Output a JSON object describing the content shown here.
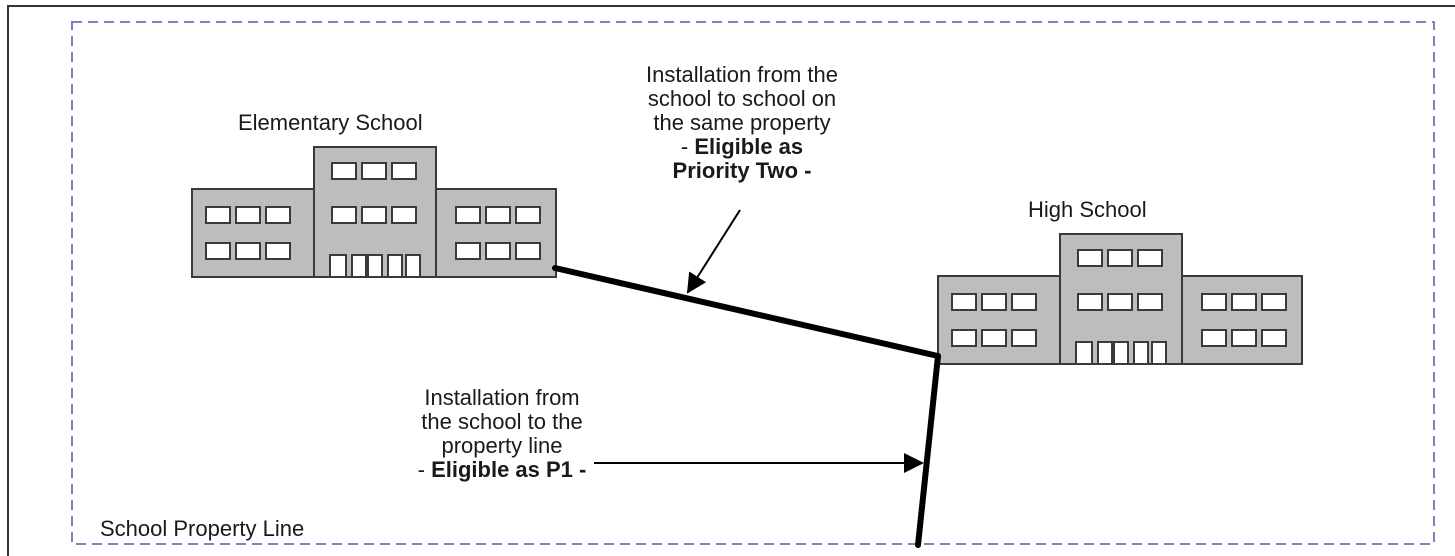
{
  "diagram": {
    "property_line_label": "School Property Line",
    "elementary_school": {
      "label": "Elementary School"
    },
    "high_school": {
      "label": "High School"
    },
    "callout_p2": {
      "lines": [
        "Installation from the",
        "school to  school on",
        "the same property"
      ],
      "emphasis_prefix": "- ",
      "emphasis_line1": "Eligible as",
      "emphasis_line2": "Priority Two -"
    },
    "callout_p1": {
      "lines": [
        "Installation from",
        "the school to the",
        "property line"
      ],
      "emphasis_prefix": "- ",
      "emphasis": "Eligible as P1 -"
    },
    "colors": {
      "building_fill": "#bdbdbd",
      "building_stroke": "#3a3a3a",
      "window_fill": "#ffffff",
      "boundary_dash": "#8080c0",
      "cable": "#000000"
    }
  }
}
